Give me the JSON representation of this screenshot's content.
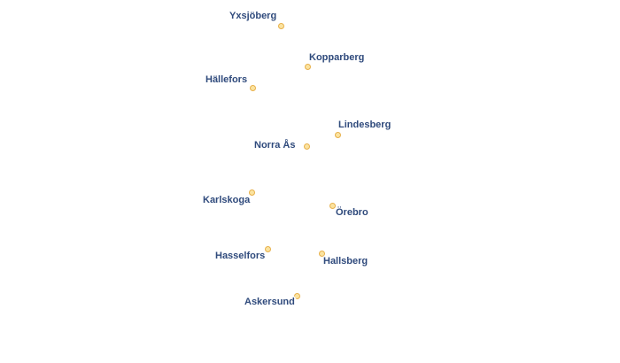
{
  "map": {
    "places": [
      {
        "id": "yxsjoberg",
        "name": "Yxsjöberg",
        "dot_color": "#fbe3a0"
      },
      {
        "id": "kopparberg",
        "name": "Kopparberg",
        "dot_color": "#fbe3a0"
      },
      {
        "id": "hallefors",
        "name": "Hällefors",
        "dot_color": "#fbe3a0"
      },
      {
        "id": "lindesberg",
        "name": "Lindesberg",
        "dot_color": "#fbe3a0"
      },
      {
        "id": "norra-as",
        "name": "Norra Ås",
        "dot_color": "#fbe3a0"
      },
      {
        "id": "karlskoga",
        "name": "Karlskoga",
        "dot_color": "#fbe3a0"
      },
      {
        "id": "orebro",
        "name": "Örebro",
        "dot_color": "#fbe3a0"
      },
      {
        "id": "hasselfors",
        "name": "Hasselfors",
        "dot_color": "#fbe3a0"
      },
      {
        "id": "hallsberg",
        "name": "Hallsberg",
        "dot_color": "#fbe3a0"
      },
      {
        "id": "askersund",
        "name": "Askersund",
        "dot_color": "#fbe3a0"
      }
    ],
    "label_color": "#2f4a7c"
  }
}
